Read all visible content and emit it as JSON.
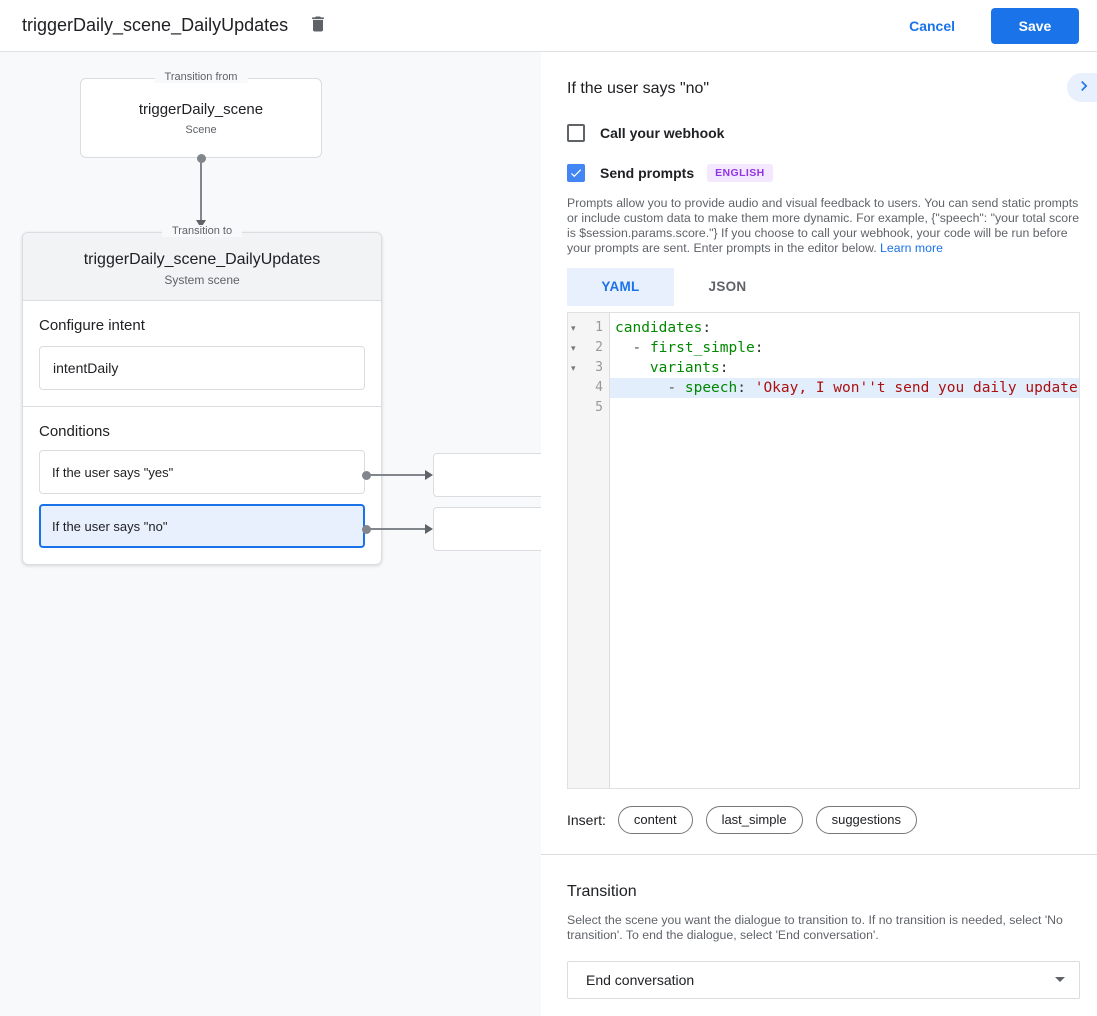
{
  "header": {
    "title": "triggerDaily_scene_DailyUpdates",
    "cancel_label": "Cancel",
    "save_label": "Save"
  },
  "diagram": {
    "from_box": {
      "legend": "Transition from",
      "title": "triggerDaily_scene",
      "subtitle": "Scene"
    },
    "to_box": {
      "legend": "Transition to",
      "title": "triggerDaily_scene_DailyUpdates",
      "subtitle": "System scene",
      "configure_intent_heading": "Configure intent",
      "intent_value": "intentDaily",
      "conditions_heading": "Conditions",
      "conditions": {
        "items": [
          {
            "label": "If the user says \"yes\"",
            "selected": false
          },
          {
            "label": "If the user says \"no\"",
            "selected": true
          }
        ]
      }
    }
  },
  "panel": {
    "title": "If the user says \"no\"",
    "webhook_checkbox": {
      "label": "Call your webhook",
      "checked": false
    },
    "prompts_checkbox": {
      "label": "Send prompts",
      "checked": true,
      "badge": "ENGLISH"
    },
    "description": "Prompts allow you to provide audio and visual feedback to users. You can send static prompts or include custom data to make them more dynamic. For example, {\"speech\": \"your total score is $session.params.score.\"} If you choose to call your webhook, your code will be run before your prompts are sent. Enter prompts in the editor below. ",
    "learn_more_label": "Learn more",
    "tabs": [
      {
        "label": "YAML",
        "active": true
      },
      {
        "label": "JSON",
        "active": false
      }
    ],
    "editor": {
      "lines": [
        {
          "num": 1,
          "fold": true,
          "highlight": false,
          "segments": [
            {
              "t": "candidates",
              "c": "key"
            },
            {
              "t": ":",
              "c": "plain"
            }
          ]
        },
        {
          "num": 2,
          "fold": true,
          "highlight": false,
          "segments": [
            {
              "t": "  ",
              "c": "plain"
            },
            {
              "t": "- ",
              "c": "meta"
            },
            {
              "t": "first_simple",
              "c": "key"
            },
            {
              "t": ":",
              "c": "plain"
            }
          ]
        },
        {
          "num": 3,
          "fold": true,
          "highlight": false,
          "segments": [
            {
              "t": "    ",
              "c": "plain"
            },
            {
              "t": "variants",
              "c": "key"
            },
            {
              "t": ":",
              "c": "plain"
            }
          ]
        },
        {
          "num": 4,
          "fold": false,
          "highlight": true,
          "segments": [
            {
              "t": "      ",
              "c": "plain"
            },
            {
              "t": "- ",
              "c": "meta"
            },
            {
              "t": "speech",
              "c": "key"
            },
            {
              "t": ": ",
              "c": "plain"
            },
            {
              "t": "'Okay, I won''t send you daily updates.'",
              "c": "string"
            }
          ]
        },
        {
          "num": 5,
          "fold": false,
          "highlight": false,
          "segments": []
        }
      ]
    },
    "insert_label": "Insert:",
    "insert": {
      "chips": [
        "content",
        "last_simple",
        "suggestions"
      ]
    },
    "transition": {
      "heading": "Transition",
      "description": "Select the scene you want the dialogue to transition to. If no transition is needed, select 'No transition'. To end the dialogue, select 'End conversation'.",
      "dropdown_value": "End conversation"
    }
  },
  "colors": {
    "accent": "#1a73e8",
    "checkbox_checked": "#4285f4",
    "selected_condition_border": "#1a73e8",
    "selected_condition_bg": "#e8f0fe",
    "badge_bg": "#f3e8fd",
    "badge_text": "#9334e6",
    "code_key": "#008800",
    "code_string": "#aa1111",
    "code_line_highlight": "#e3eefd",
    "canvas_bg": "#f8f9fa"
  }
}
